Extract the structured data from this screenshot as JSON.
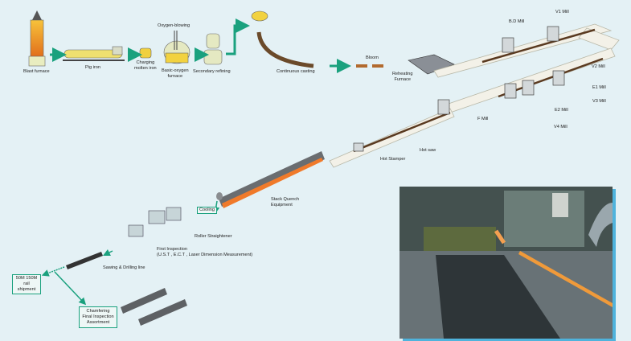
{
  "steps": {
    "blast_furnace": "Blast furnace",
    "pig_iron": "Pig iron",
    "charging_line1": "Charging",
    "charging_line2": "molten iron",
    "oxygen_blowing": "Oxygen-blowing",
    "bof_line1": "Basic-oxygen",
    "bof_line2": "furnace",
    "secondary_refining": "Secondary refining",
    "continuous_casting": "Continuous casting",
    "bloom": "Bloom",
    "reheating_line1": "Reheating",
    "reheating_line2": "Furnace"
  },
  "mills": {
    "bd": "B.D Mill",
    "v1": "V1 Mill",
    "v2": "V2 Mill",
    "e1": "E1 Mill",
    "v3": "V3 Mill",
    "e2": "E2 Mill",
    "v4": "V4 Mill",
    "f": "F Mill"
  },
  "finishing": {
    "hot_saw": "Hot saw",
    "hot_stamper": "Hot Stamper",
    "stack_quench_line1": "Stack Quench",
    "stack_quench_line2": "Equipment",
    "cooling": "Cooling",
    "roller_straightener": "Roller Straightener",
    "first_inspection_line1": "First Inspection",
    "first_inspection_line2": "(U.S.T , E.C.T , Laser Dimension Measurement)",
    "sawing_drilling": "Sawing & Drilling line",
    "shipment_line1": "50M 150M",
    "shipment_line2": "rail shipment",
    "chamfering_line1": "Chamfering",
    "chamfering_line2": "Final Inspection",
    "chamfering_line3": "Assortment"
  },
  "colors": {
    "arrow": "#1aa17e",
    "background": "#e4f1f5",
    "photo_border": "#4fb3dc"
  }
}
